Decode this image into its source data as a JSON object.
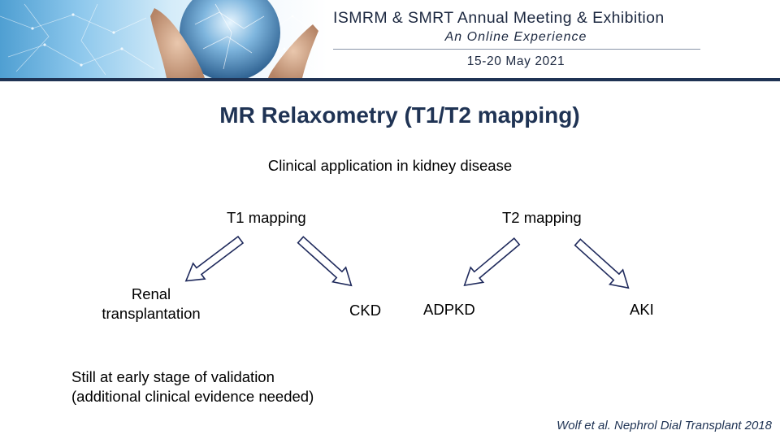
{
  "banner": {
    "conference_title": "ISMRM & SMRT Annual Meeting & Exhibition",
    "conference_subtitle": "An Online Experience",
    "conference_dates": "15-20 May 2021"
  },
  "slide": {
    "title": "MR Relaxometry (T1/T2 mapping)",
    "subtitle": "Clinical application in kidney disease",
    "branches": [
      {
        "label": "T1 mapping",
        "children": [
          "Renal\ntransplantation",
          "CKD"
        ]
      },
      {
        "label": "T2 mapping",
        "children": [
          "ADPKD",
          "AKI"
        ]
      }
    ],
    "note_line1": "Still at early stage of validation",
    "note_line2": "(additional clinical evidence needed)",
    "citation": "Wolf et al. Nephrol Dial Transplant 2018"
  },
  "colors": {
    "title": "#1f3354",
    "arrow_stroke": "#1f2a5c",
    "banner_rule": "#1f3354"
  }
}
